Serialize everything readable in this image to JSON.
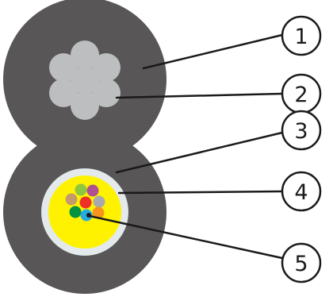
{
  "diagram": {
    "callouts": [
      {
        "number": "1",
        "target": "messenger-wire-jacket"
      },
      {
        "number": "2",
        "target": "steel-strands"
      },
      {
        "number": "3",
        "target": "inner-sheath"
      },
      {
        "number": "4",
        "target": "gel-filled-tube"
      },
      {
        "number": "5",
        "target": "optical-fibers"
      }
    ],
    "colors": {
      "outer_jacket": "#585656",
      "steel_strand": "#bcbec0",
      "inner_sheath": "#e4e9eb",
      "gel_tube": "#fff200",
      "leader_line": "#1a1a1a",
      "callout_fill": "#ffffff"
    },
    "fiber_colors": [
      "#c49a6c",
      "#8dc63f",
      "#b0508f",
      "#ee3124",
      "#a7a9ac",
      "#00923f",
      "#27aae1",
      "#f7941d"
    ]
  }
}
